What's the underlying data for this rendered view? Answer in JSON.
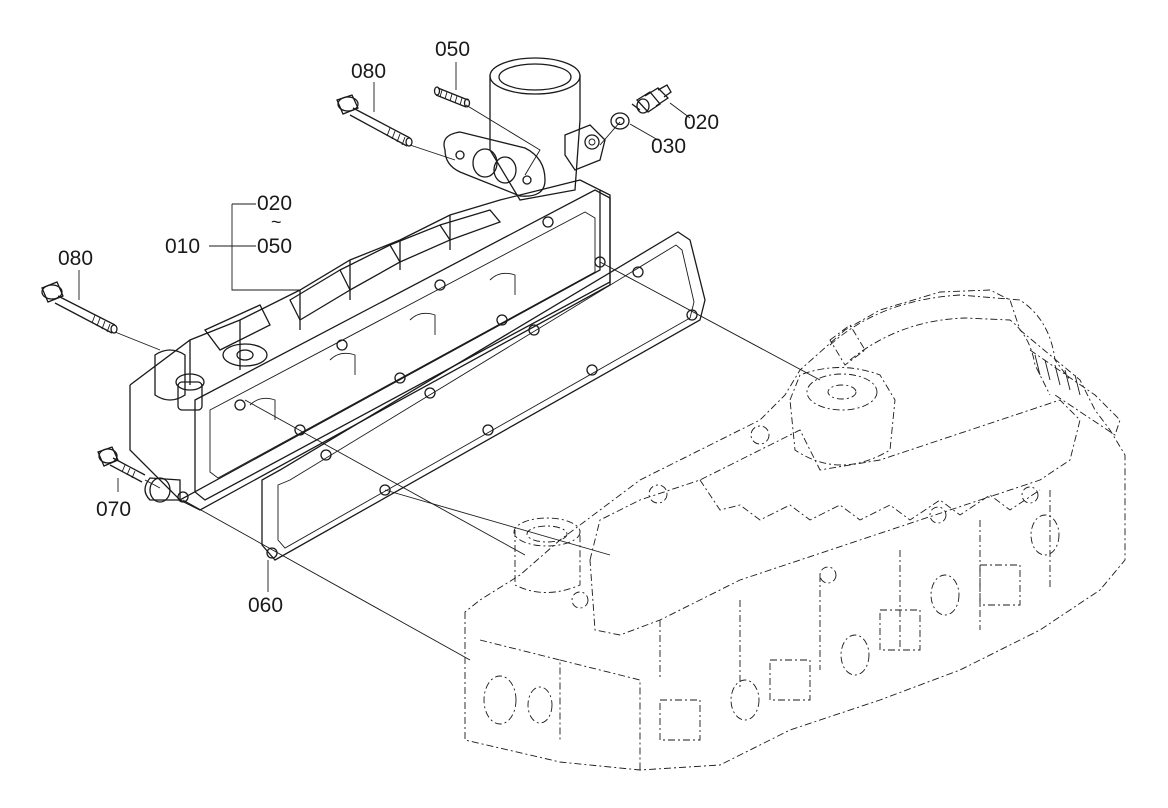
{
  "labels": {
    "p080a": "080",
    "p050top": "050",
    "p020b": "020",
    "p030": "030",
    "p020top": "020",
    "tilde": "~",
    "p050mid": "050",
    "p010": "010",
    "p080b": "080",
    "p070": "070",
    "p060": "060"
  }
}
